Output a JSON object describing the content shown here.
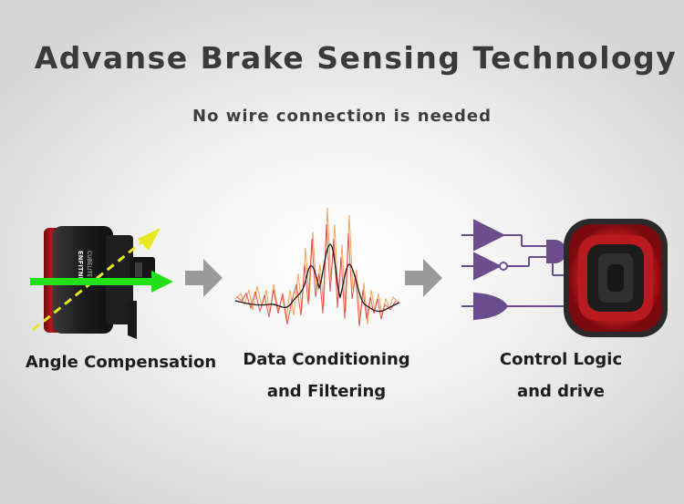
{
  "title": "Advanse Brake Sensing Technology",
  "subtitle": "No wire connection is needed",
  "stages": [
    {
      "label": "Angle Compensation"
    },
    {
      "label_line1": "Data Conditioning",
      "label_line2": "and Filtering"
    },
    {
      "label_line1": "Control Logic",
      "label_line2": "and drive"
    }
  ],
  "device_text": {
    "brand": "ENFITNIX",
    "model": "CUBELITE II"
  },
  "colors": {
    "arrow_green": "#22e01a",
    "arrow_yellow": "#e8e823",
    "signal_orange": "#f5a04a",
    "signal_red": "#e8353a",
    "signal_black": "#1a1a1a",
    "logic_purple": "#6b4c8c",
    "light_red": "#e8232a",
    "flow_arrow": "#9a9a9a"
  }
}
